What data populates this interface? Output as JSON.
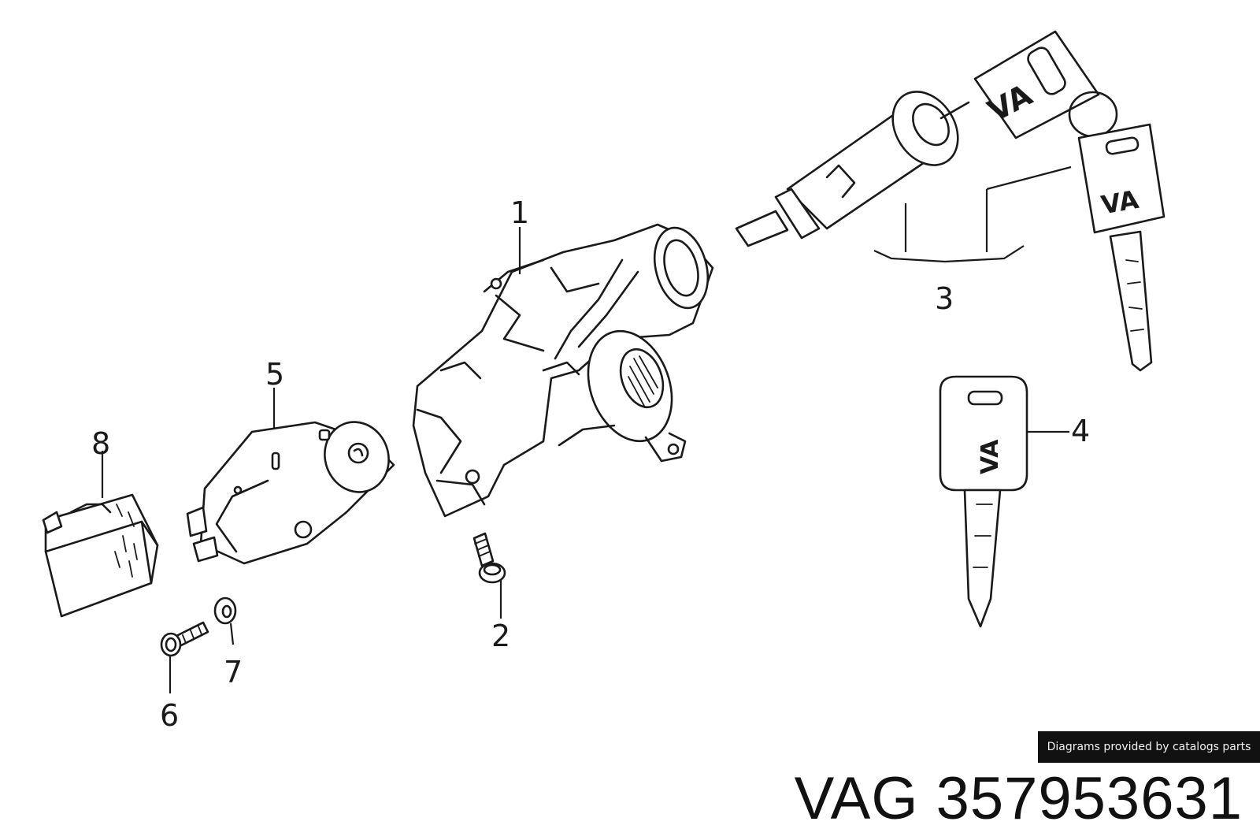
{
  "callouts": [
    "1",
    "2",
    "3",
    "4",
    "5",
    "6",
    "7",
    "8"
  ],
  "key_logo_text": "VA",
  "credit": "Diagrams provided by catalogs parts",
  "title": "VAG 357953631"
}
